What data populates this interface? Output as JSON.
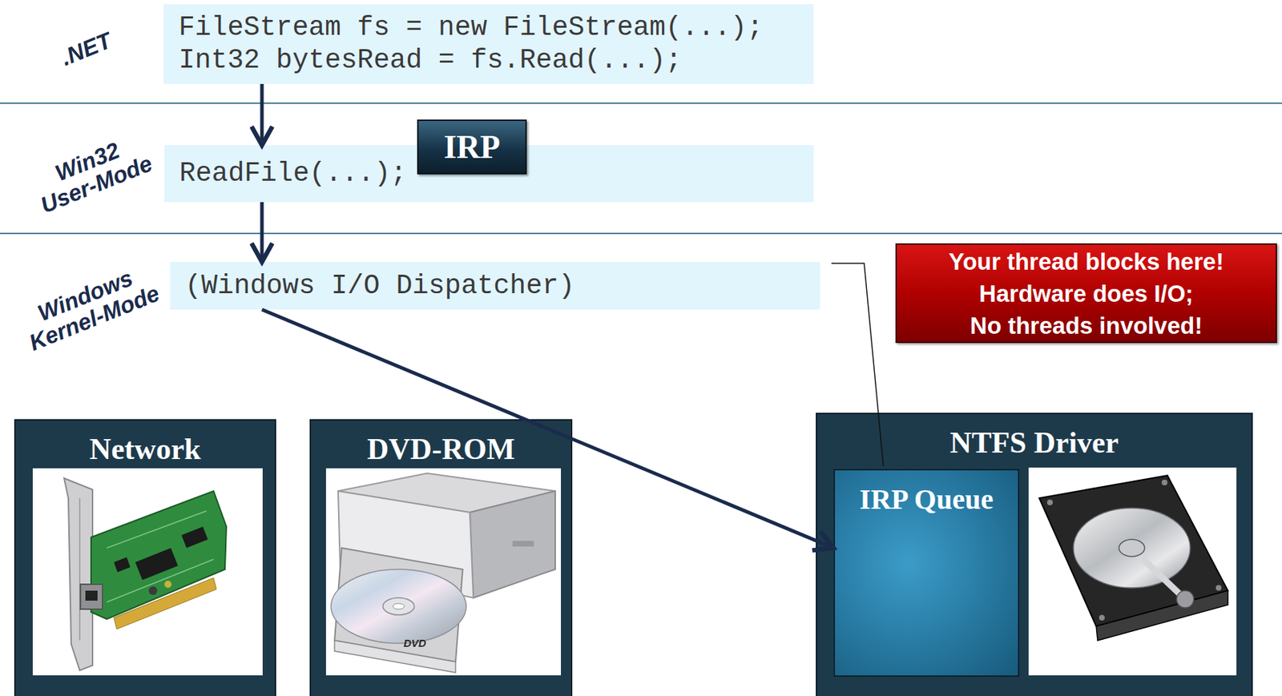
{
  "diagram": {
    "nodes": [
      {
        "text": [
          "FileStream fs = new FileStream(...);",
          "Int32 bytesRead = fs.Read(...);"
        ]
      },
      {
        "text": [
          "ReadFile(...);"
        ]
      },
      {
        "text": [
          "IRP"
        ]
      },
      {
        "text": [
          "(Windows I/O Dispatcher)"
        ]
      },
      {
        "text": [
          "Your thread blocks here!",
          "Hardware does I/O;",
          "No threads involved!"
        ]
      },
      {
        "text": [
          "Network"
        ]
      },
      {
        "text": [
          "DVD-ROM"
        ]
      },
      {
        "text": [
          "NTFS Driver"
        ]
      },
      {
        "text": [
          "IRP Queue"
        ],
        "in": 7
      }
    ],
    "edges": [
      {
        "from": 0,
        "to": 1,
        "arrow": "to"
      },
      {
        "from": 1,
        "to": 3,
        "arrow": "to"
      },
      {
        "from": 3,
        "to": 8,
        "arrow": "to"
      }
    ],
    "labels": [
      ".NET",
      "Win32 User-Mode",
      "Windows Kernel-Mode",
      "DVD"
    ]
  }
}
